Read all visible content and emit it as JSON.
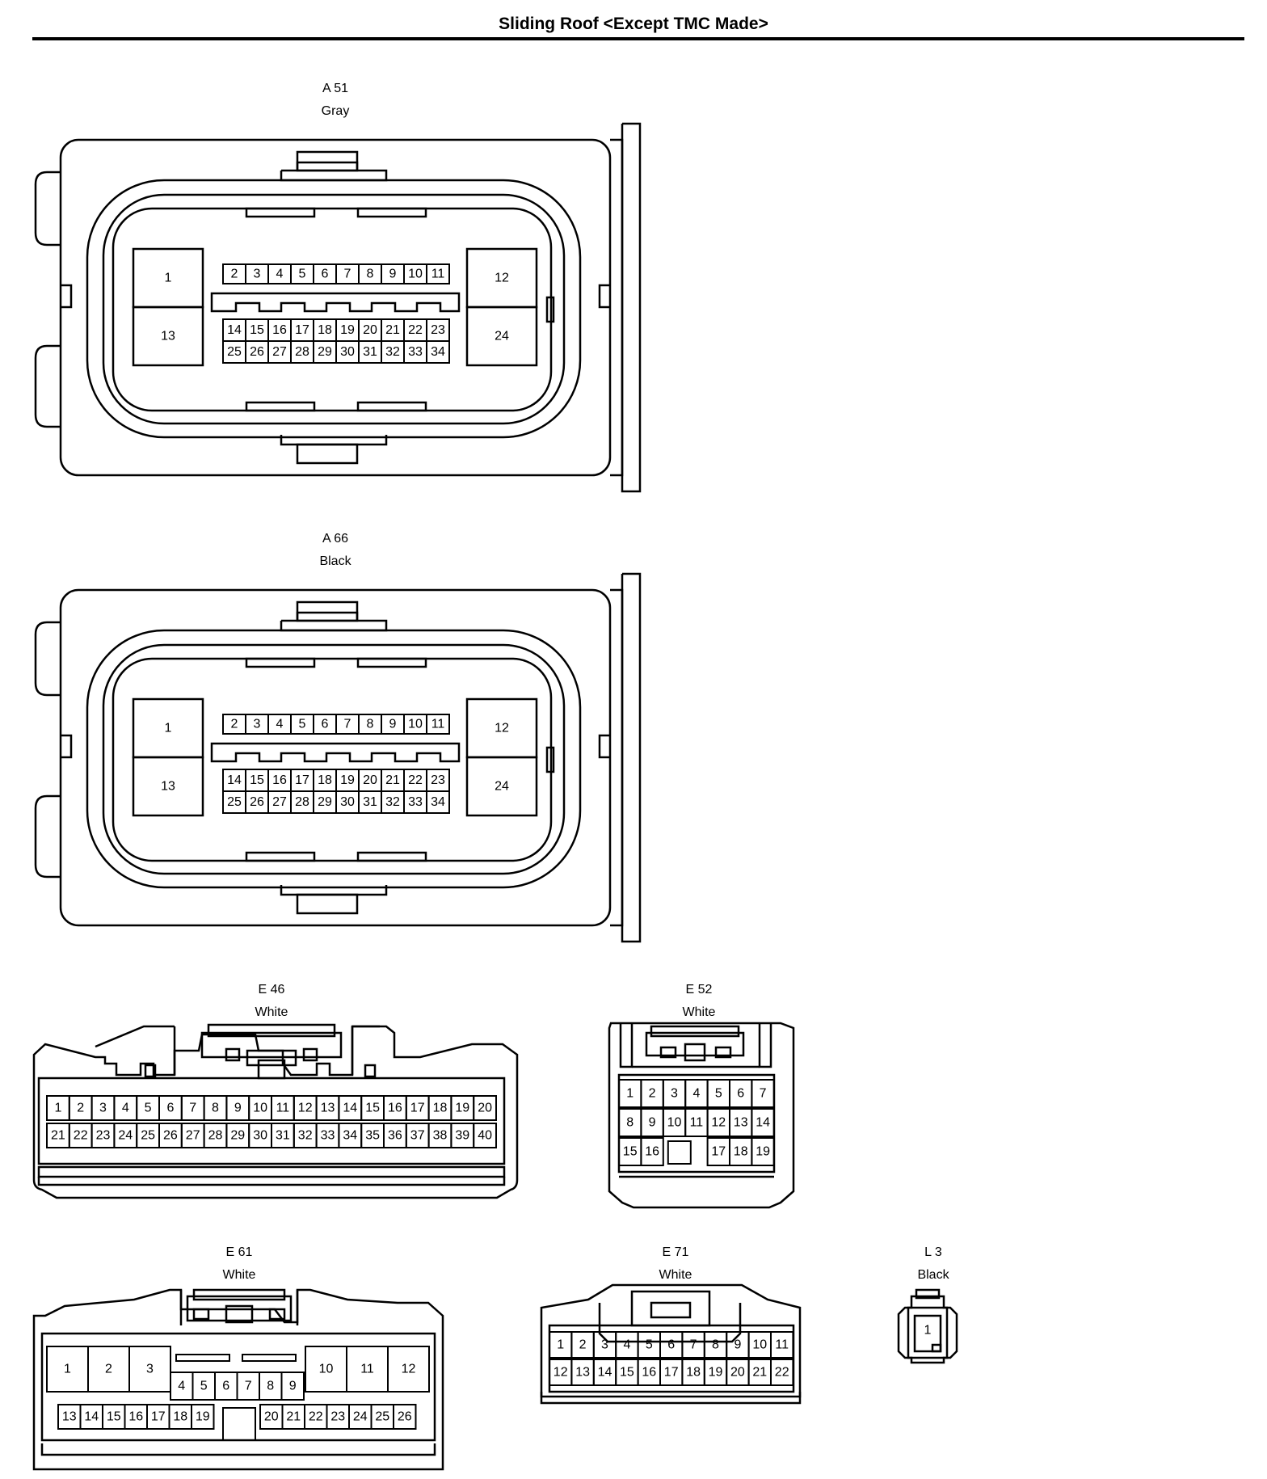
{
  "title": "Sliding Roof <Except TMC Made>",
  "connectors": [
    {
      "id": "A51",
      "code": "A 51",
      "color": "Gray",
      "shape": "large-34"
    },
    {
      "id": "A66",
      "code": "A 66",
      "color": "Black",
      "shape": "large-34"
    },
    {
      "id": "E46",
      "code": "E 46",
      "color": "White",
      "shape": "40-pin"
    },
    {
      "id": "E52",
      "code": "E 52",
      "color": "White",
      "shape": "19-pin"
    },
    {
      "id": "E61",
      "code": "E 61",
      "color": "White",
      "shape": "26-pin"
    },
    {
      "id": "E71",
      "code": "E 71",
      "color": "White",
      "shape": "22-pin"
    },
    {
      "id": "L3",
      "code": "L 3",
      "color": "Black",
      "shape": "1-pin"
    }
  ],
  "pins": {
    "large34": {
      "left_large": [
        "1",
        "13"
      ],
      "right_large": [
        "12",
        "24"
      ],
      "top_row": [
        "2",
        "3",
        "4",
        "5",
        "6",
        "7",
        "8",
        "9",
        "10",
        "11"
      ],
      "mid_row": [
        "14",
        "15",
        "16",
        "17",
        "18",
        "19",
        "20",
        "21",
        "22",
        "23"
      ],
      "bottom_row": [
        "25",
        "26",
        "27",
        "28",
        "29",
        "30",
        "31",
        "32",
        "33",
        "34"
      ]
    },
    "e46": {
      "row1": [
        "1",
        "2",
        "3",
        "4",
        "5",
        "6",
        "7",
        "8",
        "9",
        "10",
        "11",
        "12",
        "13",
        "14",
        "15",
        "16",
        "17",
        "18",
        "19",
        "20"
      ],
      "row2": [
        "21",
        "22",
        "23",
        "24",
        "25",
        "26",
        "27",
        "28",
        "29",
        "30",
        "31",
        "32",
        "33",
        "34",
        "35",
        "36",
        "37",
        "38",
        "39",
        "40"
      ]
    },
    "e52": {
      "row1": [
        "1",
        "2",
        "3",
        "4",
        "5",
        "6",
        "7"
      ],
      "row2": [
        "8",
        "9",
        "10",
        "11",
        "12",
        "13",
        "14"
      ],
      "row3_left": [
        "15",
        "16"
      ],
      "row3_right": [
        "17",
        "18",
        "19"
      ]
    },
    "e61": {
      "big_left": [
        "1",
        "2",
        "3"
      ],
      "big_right": [
        "10",
        "11",
        "12"
      ],
      "center": [
        "4",
        "5",
        "6",
        "7",
        "8",
        "9"
      ],
      "bottom_left": [
        "13",
        "14",
        "15",
        "16",
        "17",
        "18",
        "19"
      ],
      "bottom_right": [
        "20",
        "21",
        "22",
        "23",
        "24",
        "25",
        "26"
      ]
    },
    "e71": {
      "row1": [
        "1",
        "2",
        "3",
        "4",
        "5",
        "6",
        "7",
        "8",
        "9",
        "10",
        "11"
      ],
      "row2": [
        "12",
        "13",
        "14",
        "15",
        "16",
        "17",
        "18",
        "19",
        "20",
        "21",
        "22"
      ]
    },
    "l3": [
      "1"
    ]
  }
}
